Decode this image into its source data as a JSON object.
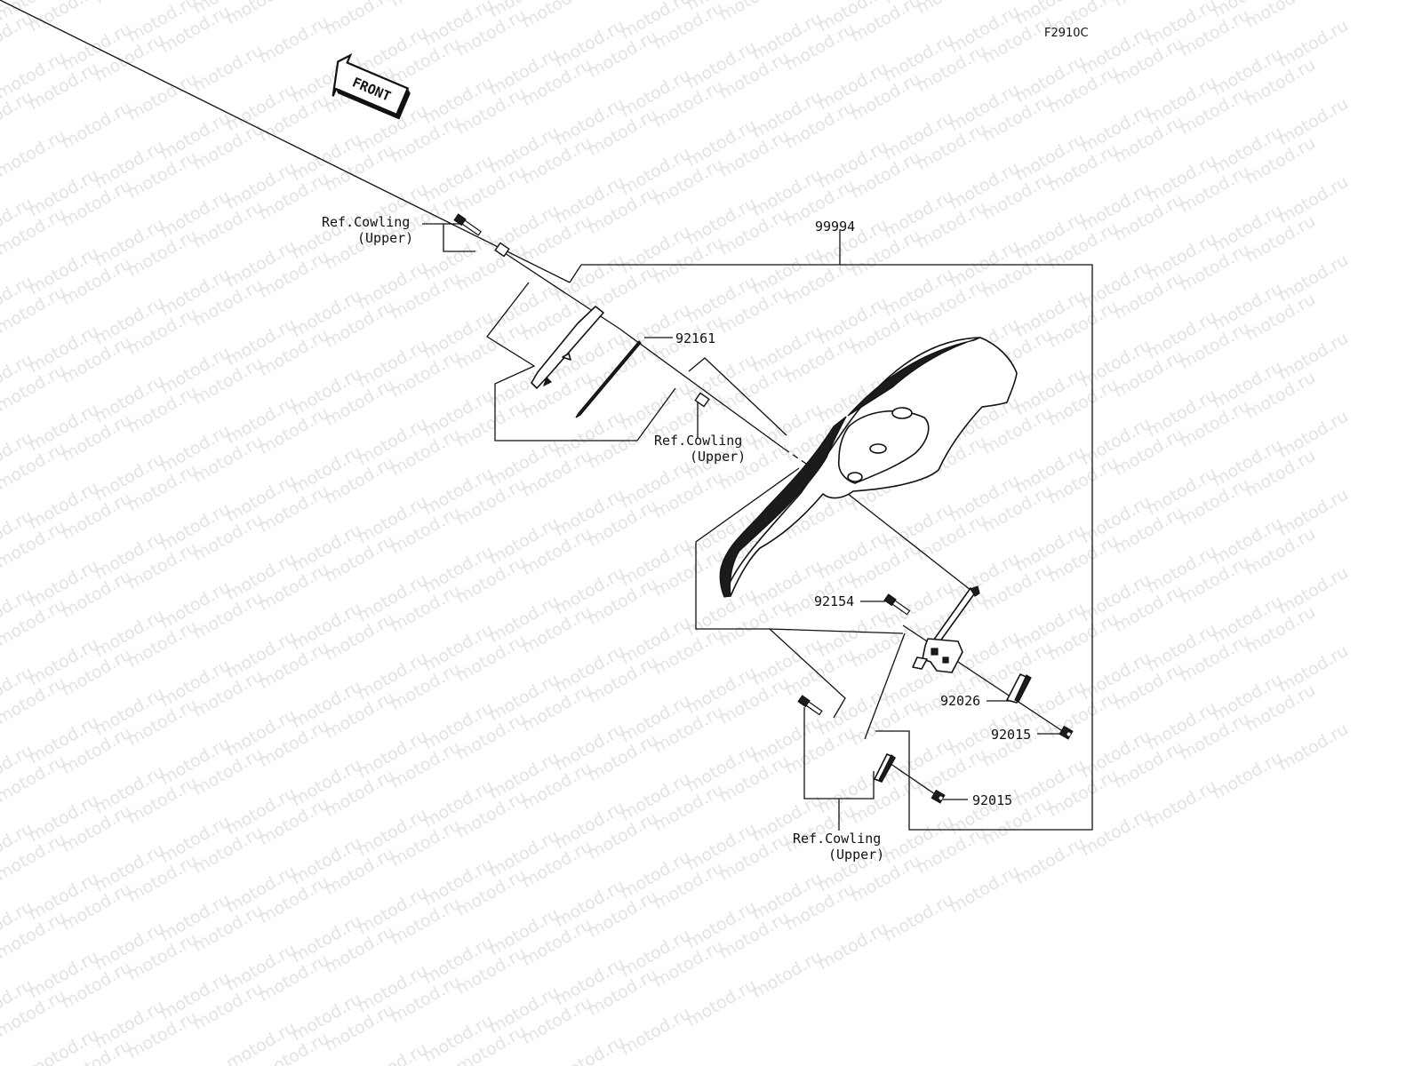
{
  "figure_code": "F2910C",
  "front_label": "FRONT",
  "watermark": "motod.ru",
  "parts": {
    "accessory_kit": "99994",
    "visor_bracket": "92161",
    "bolt_92154": "92154",
    "clip_92026": "92026",
    "nut_92015_a": "92015",
    "nut_92015_b": "92015"
  },
  "references": {
    "ref_a": {
      "line1": "Ref.Cowling",
      "line2": "(Upper)"
    },
    "ref_b": {
      "line1": "Ref.Cowling",
      "line2": "(Upper)"
    },
    "ref_c": {
      "line1": "Ref.Cowling",
      "line2": "(Upper)"
    }
  }
}
